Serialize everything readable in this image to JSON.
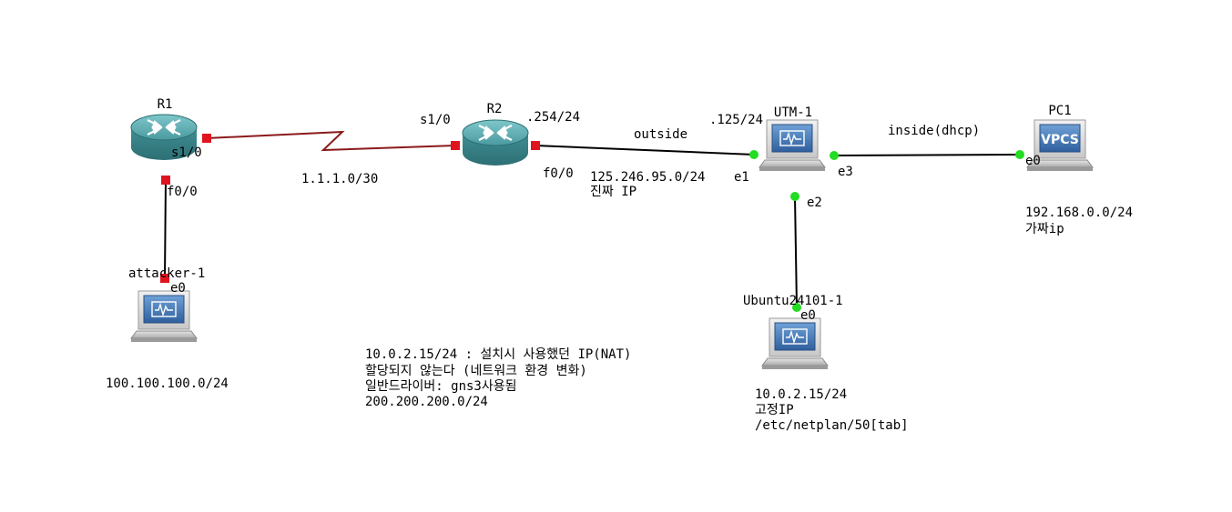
{
  "devices": {
    "r1": {
      "name": "R1",
      "icon": "router-icon"
    },
    "r2": {
      "name": "R2",
      "icon": "router-icon"
    },
    "utm": {
      "name": "UTM-1",
      "icon": "qemu-host-icon"
    },
    "pc1": {
      "name": "PC1",
      "icon": "vpcs-icon",
      "badge": "VPCS"
    },
    "attacker": {
      "name": "attacker-1",
      "icon": "qemu-host-icon"
    },
    "ubuntu": {
      "name": "Ubuntu24101-1",
      "icon": "qemu-host-icon"
    }
  },
  "interfaces": {
    "r1_s1": "s1/0",
    "r1_f0": "f0/0",
    "r2_s1": "s1/0",
    "r2_f0": "f0/0",
    "utm_e1": "e1",
    "utm_e2": "e2",
    "utm_e3": "e3",
    "pc1_e0": "e0",
    "attacker_e0": "e0",
    "ubuntu_e0": "e0"
  },
  "notes": {
    "r2_ip": ".254/24",
    "utm_ip": ".125/24",
    "outside": "outside",
    "inside": "inside(dhcp)",
    "serial_net": "1.1.1.0/30",
    "outside_net_1": "125.246.95.0/24",
    "outside_net_2": "진짜 IP",
    "inside_net_1": "192.168.0.0/24",
    "inside_net_2": "가짜ip",
    "attacker_net": "100.100.100.0/24",
    "nat_1": "10.0.2.15/24 : 설치시 사용했던 IP(NAT)",
    "nat_2": "할당되지 않는다 (네트워크 환경 변화)",
    "nat_3": "일반드라이버: gns3사용됨",
    "nat_4": "200.200.200.0/24",
    "ubuntu_1": "10.0.2.15/24",
    "ubuntu_2": "고정IP",
    "ubuntu_3": "/etc/netplan/50[tab]"
  },
  "colors": {
    "serial_link": "#8b1a1a",
    "ethernet_link": "#000000",
    "port_down": "#e0141e",
    "port_up": "#22dd22",
    "router_body": "#3f8f94",
    "screen": "#4a7fbf"
  }
}
